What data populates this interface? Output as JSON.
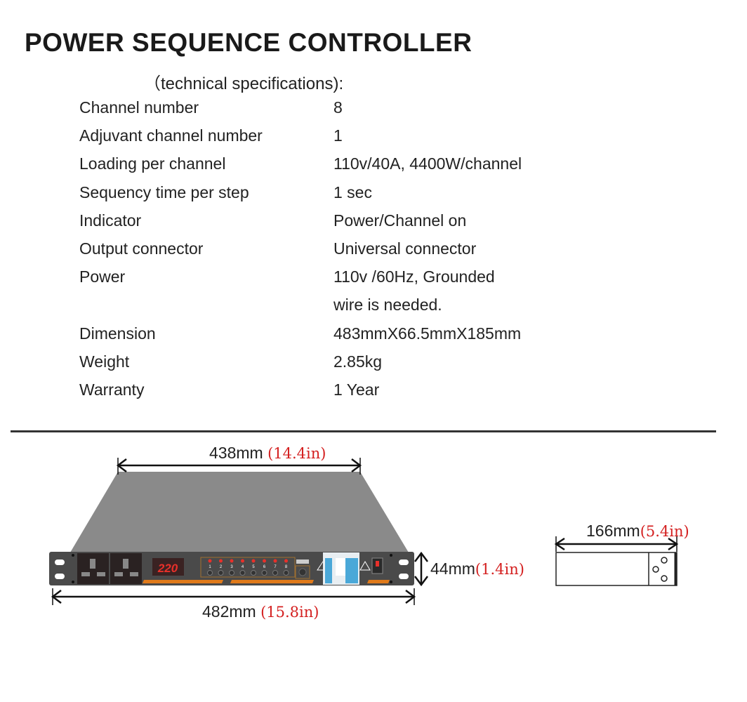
{
  "title": "POWER SEQUENCE CONTROLLER",
  "subtitle": "（technical specifications):",
  "specs": [
    {
      "label": "Channel number",
      "value": "8"
    },
    {
      "label": "Adjuvant channel number",
      "value": "1"
    },
    {
      "label": "Loading per channel",
      "value": "110v/40A, 4400W/channel"
    },
    {
      "label": "Sequency time per step",
      "value": "1 sec"
    },
    {
      "label": "Indicator",
      "value": "Power/Channel on"
    },
    {
      "label": "Output connector",
      "value": "Universal connector"
    },
    {
      "label": "Power",
      "value": "110v /60Hz, Grounded"
    },
    {
      "label": "",
      "value": "wire is needed."
    },
    {
      "label": "Dimension",
      "value": "483mmX66.5mmX185mm"
    },
    {
      "label": "Weight",
      "value": "2.85kg"
    },
    {
      "label": "Warranty",
      "value": "1 Year"
    }
  ],
  "dimensions": {
    "depth_top": {
      "mm": "438mm",
      "in": "(14.4in)"
    },
    "width": {
      "mm": "482mm",
      "in": "(15.8in)"
    },
    "height": {
      "mm": "44mm",
      "in": "(1.4in)"
    },
    "side": {
      "mm": "166mm",
      "in": "(5.4in)"
    }
  },
  "device": {
    "display": "220",
    "channels": [
      "1",
      "2",
      "3",
      "4",
      "5",
      "6",
      "7",
      "8"
    ],
    "colors": {
      "panel": "#4a4a4a",
      "led": "#e8302a",
      "accent": "#e07a1a",
      "breaker": "#4aa8d8"
    }
  }
}
